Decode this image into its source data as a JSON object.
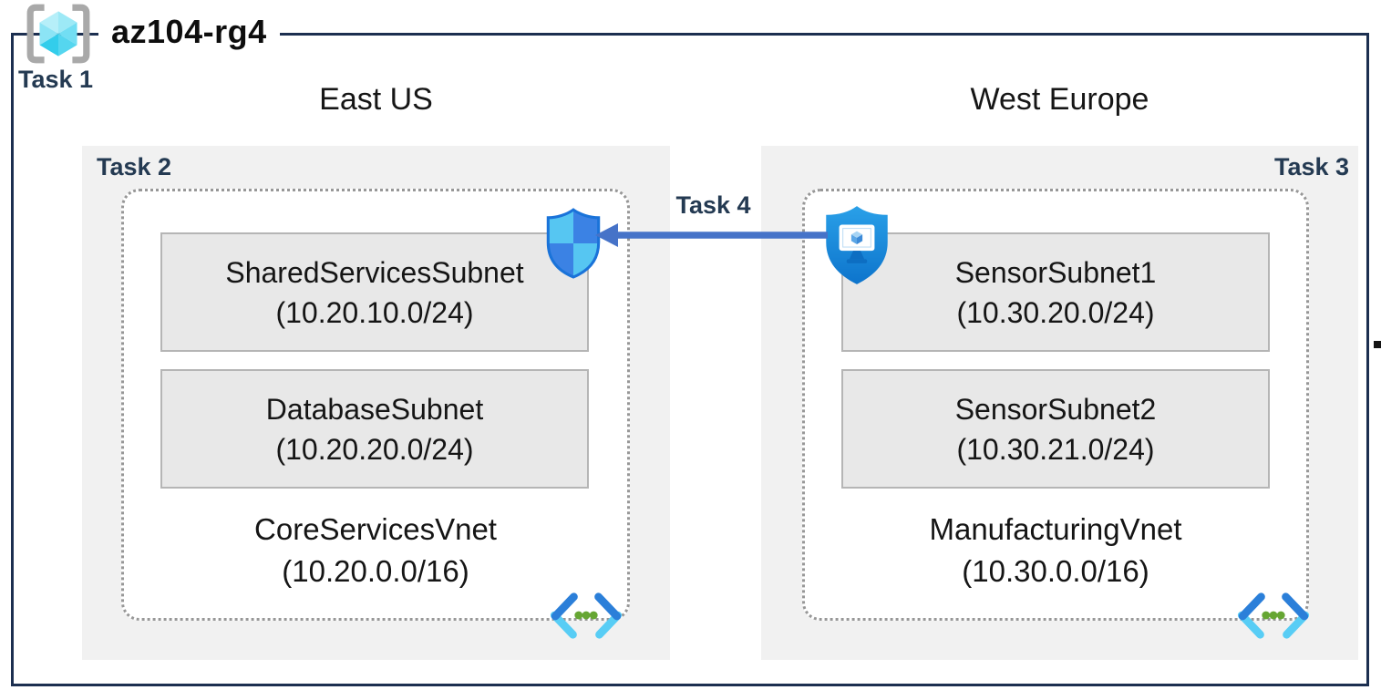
{
  "title": {
    "resource_group": "az104-rg4",
    "task": "Task 1"
  },
  "regions": [
    {
      "name": "East US",
      "task": "Task 2",
      "vnet": {
        "name": "CoreServicesVnet",
        "cidr": "(10.20.0.0/16)",
        "subnets": [
          {
            "name": "SharedServicesSubnet",
            "cidr": "(10.20.10.0/24)"
          },
          {
            "name": "DatabaseSubnet",
            "cidr": "(10.20.20.0/24)"
          }
        ]
      }
    },
    {
      "name": "West Europe",
      "task": "Task 3",
      "vnet": {
        "name": "ManufacturingVnet",
        "cidr": "(10.30.0.0/16)",
        "subnets": [
          {
            "name": "SensorSubnet1",
            "cidr": "(10.30.20.0/24)"
          },
          {
            "name": "SensorSubnet2",
            "cidr": "(10.30.21.0/24)"
          }
        ]
      }
    }
  ],
  "connection": {
    "task": "Task 4",
    "direction": "right-to-left"
  },
  "icons": {
    "resource_group": "resource-group-brackets-cube",
    "security_shield": "quadrant-security-shield",
    "bastion": "shield-with-monitor-cube",
    "virtual_network": "chevrons-with-green-dots"
  },
  "colors": {
    "outer_border": "#1c2f50",
    "task_text": "#243a52",
    "region_background": "#f1f1f1",
    "subnet_background": "#e8e8e8",
    "subnet_border": "#b5b5b5",
    "vnet_dotted_border": "#979797",
    "arrow_blue": "#4673c8",
    "shield_light_blue": "#56c6f2",
    "shield_medium_blue": "#3b82e4",
    "bastion_blue": "#1386da",
    "vnet_icon_blue": "#2b7fd9",
    "vnet_icon_cyan": "#58cdf5",
    "vnet_icon_green": "#66a633",
    "cube_cyan": "#55d6ef"
  }
}
